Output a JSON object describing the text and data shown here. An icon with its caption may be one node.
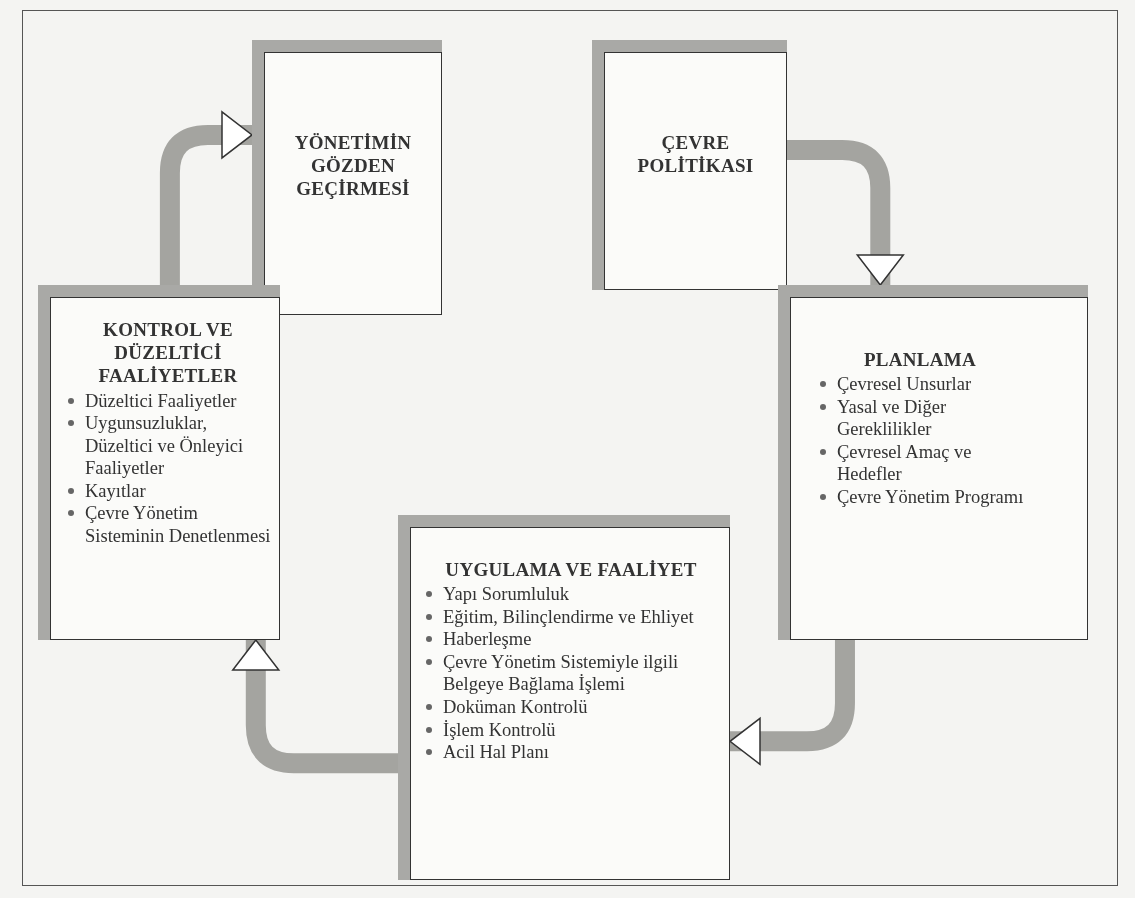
{
  "diagram": {
    "nodes": [
      {
        "text": [
          "YÖNETİMİN GÖZDEN GEÇİRMESİ"
        ]
      },
      {
        "text": [
          "ÇEVRE POLİTİKASI"
        ]
      },
      {
        "text": [
          "PLANLAMA",
          "Çevresel Unsurlar",
          "Yasal ve Diğer Gereklilikler",
          "Çevresel Amaç ve Hedefler",
          "Çevre Yönetim Programı"
        ]
      },
      {
        "text": [
          "UYGULAMA VE FAALİYET",
          "Yapı Sorumluluk",
          "Eğitim, Bilinçlendirme ve Ehliyet",
          "Haberleşme",
          "Çevre Yönetim Sistemiyle ilgili Belgeye Bağlama İşlemi",
          "Doküman Kontrolü",
          "İşlem Kontrolü",
          "Acil Hal Planı"
        ]
      },
      {
        "text": [
          "KONTROL VE DÜZELTİCİ FAALİYETLER",
          "Düzeltici Faaliyetler",
          "Uygunsuzluklar, Düzeltici ve Önleyici Faaliyetler",
          "Kayıtlar",
          "Çevre Yönetim Sisteminin Denetlenmesi"
        ]
      }
    ],
    "edges": [
      {
        "from": 1,
        "to": 2,
        "arrow": "to"
      },
      {
        "from": 2,
        "to": 3,
        "arrow": "to"
      },
      {
        "from": 3,
        "to": 4,
        "arrow": "to"
      },
      {
        "from": 4,
        "to": 0,
        "arrow": "to"
      }
    ]
  }
}
